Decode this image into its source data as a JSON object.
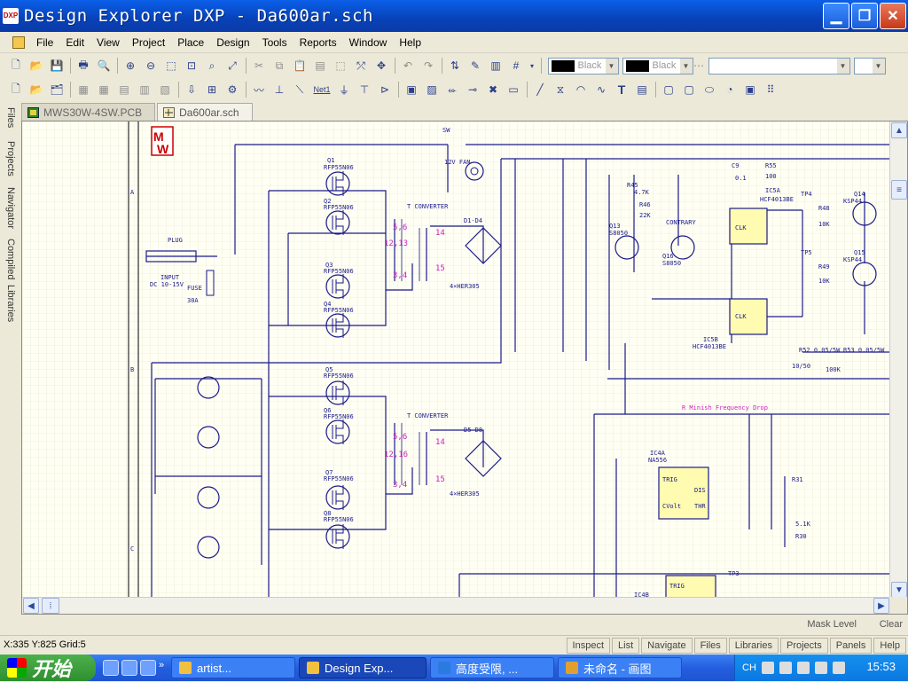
{
  "window": {
    "title": "Design Explorer DXP - Da600ar.sch",
    "logo": "DXP"
  },
  "menu": [
    "File",
    "Edit",
    "View",
    "Project",
    "Place",
    "Design",
    "Tools",
    "Reports",
    "Window",
    "Help"
  ],
  "toolbar": {
    "color1": "Black",
    "color2": "Black"
  },
  "side_tabs": [
    "Files",
    "Projects",
    "Navigator",
    "Compiled",
    "Libraries"
  ],
  "doc_tabs": [
    {
      "label": "MWS30W-4SW.PCB",
      "active": false
    },
    {
      "label": "Da600ar.sch",
      "active": true
    }
  ],
  "schematic": {
    "labels": {
      "plug": "PLUG",
      "input": "INPUT",
      "input_range": "DC 10-15V",
      "fuse": "FUSE",
      "fuse_val": "30A",
      "sw": "SW",
      "fan": "12V FAN",
      "t_conv1": "T CONVERTER",
      "t_conv2": "T CONVERTER",
      "d1d4": "D1-D4",
      "d5d8": "D5-D8",
      "bridge1": "4×HER305",
      "bridge2": "4×HER305",
      "q1": "Q1",
      "q1p": "RFP55N06",
      "q2": "Q2",
      "q2p": "RFP55N06",
      "q3": "Q3",
      "q3p": "RFP55N06",
      "q4": "Q4",
      "q4p": "RFP55N06",
      "q5": "Q5",
      "q5p": "RFP55N06",
      "q6": "Q6",
      "q6p": "RFP55N06",
      "q7": "Q7",
      "q7p": "RFP55N06",
      "q8": "Q8",
      "q8p": "RFP55N06",
      "w1a": "5,6",
      "w1b": "12,13",
      "w2": "3,4",
      "w3a": "14",
      "w3b": "15",
      "w1c": "5,6",
      "w1d": "12,16",
      "w2b": "3,4",
      "w3c": "14",
      "w3d": "15",
      "ic5a": "IC5A",
      "ic5a_p": "HCF4013BE",
      "ic5b": "IC5B",
      "ic5b_p": "HCF4013BE",
      "ic4a": "IC4A",
      "ic4a_p": "NA556",
      "ic4b": "IC4B",
      "q13": "Q13",
      "q13p": "S8050",
      "q16": "Q16",
      "q16p": "S8050",
      "q14": "Q14",
      "q14p": "KSP44",
      "q15": "Q15",
      "q15p": "KSP44",
      "tp3": "TP3",
      "tp4": "TP4",
      "tp5": "TP5",
      "contrary": "CONTRARY",
      "freq_drop": "R Minish Frequency Drop",
      "r52": "R52 0.05/5W",
      "r53": "R53 0.05/5W",
      "c10": "10/50",
      "r54": "100K",
      "c9": "C9",
      "c9v": "0.1",
      "r55": "R55",
      "r55v": "100",
      "r46": "R46",
      "r46v": "22K",
      "r45": "R45",
      "r45v": "4.7K",
      "r48": "R48",
      "r48v": "10K",
      "r49": "R49",
      "r49v": "10K",
      "r30": "R30",
      "r30v": "5.1K",
      "r31": "R31"
    }
  },
  "mask": {
    "label": "Mask Level",
    "clear": "Clear"
  },
  "status": {
    "coords": "X:335 Y:825   Grid:5",
    "panels": [
      "Inspect",
      "List",
      "Navigate",
      "Files",
      "Libraries",
      "Projects",
      "Panels",
      "Help"
    ]
  },
  "taskbar": {
    "start": "开始",
    "tasks": [
      {
        "label": "artist...",
        "active": false
      },
      {
        "label": "Design Exp...",
        "active": true
      },
      {
        "label": "高度受限, ...",
        "active": false
      },
      {
        "label": "未命名 - 画图",
        "active": false
      }
    ],
    "lang": "CH",
    "clock": "15:53"
  }
}
